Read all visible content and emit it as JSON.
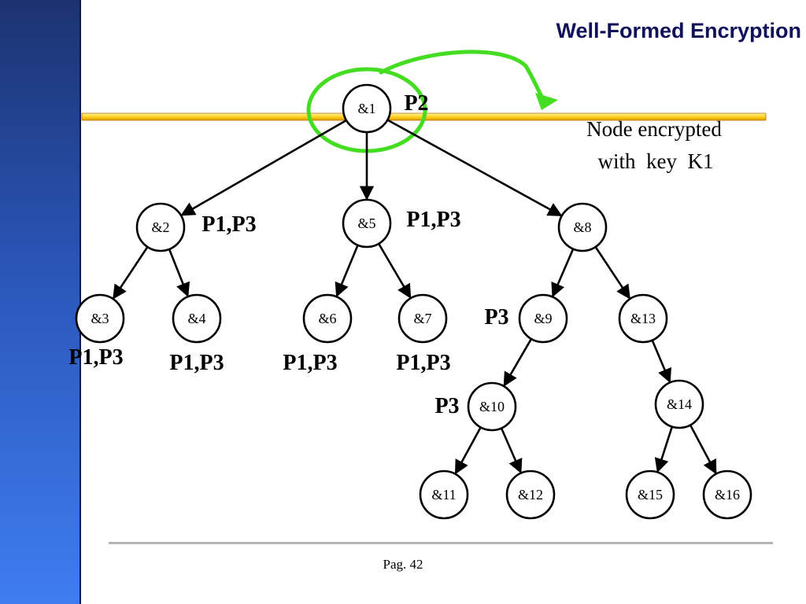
{
  "title": "Well-Formed Encryption",
  "page": "Pag. 42",
  "annotation": {
    "line1": "Node encrypted",
    "line2": "with  key  K1"
  },
  "colors": {
    "highlight": "#44dd22",
    "band": "#ffd21e",
    "sidebar": "#2a56b8"
  },
  "tree": {
    "nodes": [
      {
        "label": "&1"
      },
      {
        "label": "&2"
      },
      {
        "label": "&3"
      },
      {
        "label": "&4"
      },
      {
        "label": "&5"
      },
      {
        "label": "&6"
      },
      {
        "label": "&7"
      },
      {
        "label": "&8"
      },
      {
        "label": "&9"
      },
      {
        "label": "&10"
      },
      {
        "label": "&11"
      },
      {
        "label": "&12"
      },
      {
        "label": "&13"
      },
      {
        "label": "&14"
      },
      {
        "label": "&15"
      },
      {
        "label": "&16"
      }
    ],
    "edges": [
      [
        "&1",
        "&2"
      ],
      [
        "&1",
        "&5"
      ],
      [
        "&1",
        "&8"
      ],
      [
        "&2",
        "&3"
      ],
      [
        "&2",
        "&4"
      ],
      [
        "&5",
        "&6"
      ],
      [
        "&5",
        "&7"
      ],
      [
        "&8",
        "&9"
      ],
      [
        "&8",
        "&13"
      ],
      [
        "&9",
        "&10"
      ],
      [
        "&10",
        "&11"
      ],
      [
        "&10",
        "&12"
      ],
      [
        "&13",
        "&14"
      ],
      [
        "&14",
        "&15"
      ],
      [
        "&14",
        "&16"
      ]
    ],
    "permissions": [
      {
        "node": "&1",
        "label": "P2"
      },
      {
        "node": "&2",
        "label": "P1,P3"
      },
      {
        "node": "&5",
        "label": "P1,P3"
      },
      {
        "node": "&3",
        "label": "P1,P3"
      },
      {
        "node": "&4",
        "label": "P1,P3"
      },
      {
        "node": "&6",
        "label": "P1,P3"
      },
      {
        "node": "&7",
        "label": "P1,P3"
      },
      {
        "node": "&9",
        "label": "P3"
      },
      {
        "node": "&10",
        "label": "P3"
      }
    ]
  }
}
